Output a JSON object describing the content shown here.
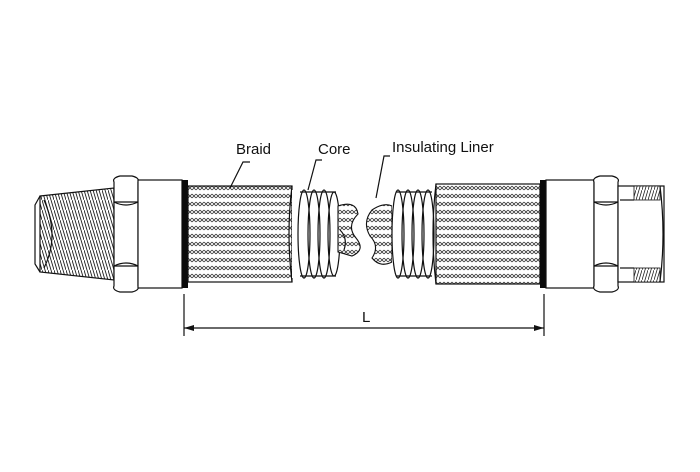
{
  "diagram": {
    "labels": {
      "braid": "Braid",
      "core": "Core",
      "insulating_liner": "Insulating Liner",
      "length": "L"
    },
    "colors": {
      "ink": "#111111",
      "background": "#ffffff",
      "band": "#0a0a0a"
    }
  }
}
